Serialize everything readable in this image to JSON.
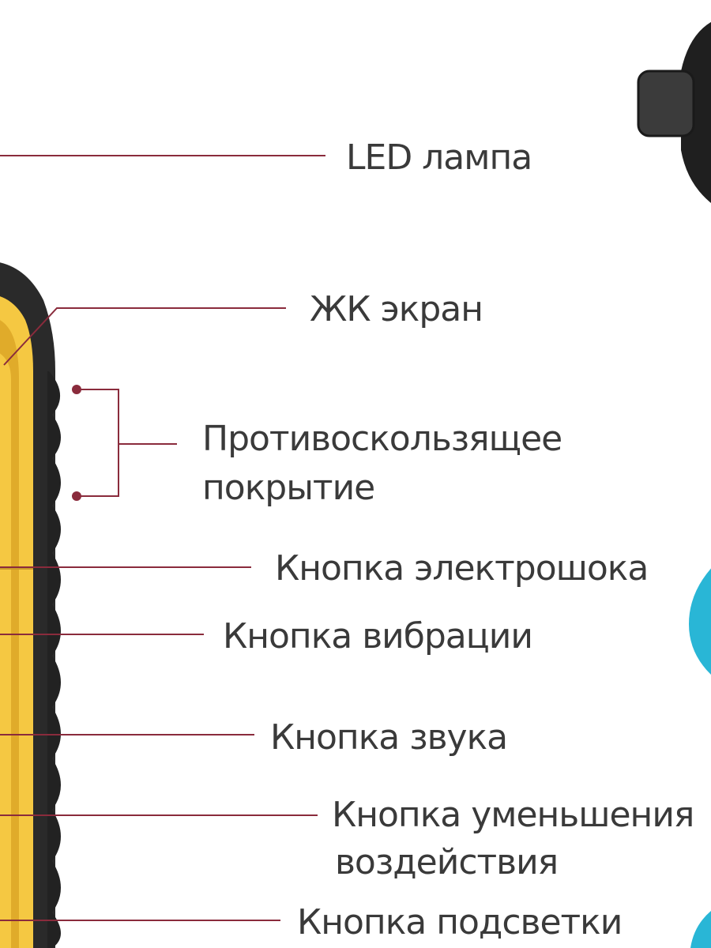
{
  "labels": {
    "led_lamp": "LED лампа",
    "lcd_screen": "ЖК экран",
    "anti_slip_line1": "Противоскользящее",
    "anti_slip_line2": "покрытие",
    "shock_button": "Кнопка электрошока",
    "vibration_button": "Кнопка вибрации",
    "sound_button": "Кнопка звука",
    "decrease_line1": "Кнопка уменьшения",
    "decrease_line2": "воздействия",
    "backlight_button": "Кнопка подсветки"
  },
  "colors": {
    "leader_line": "#8a2b3c",
    "label_text": "#3a3a3a",
    "device_body": "#2a2a2a",
    "device_yellow": "#f5c842",
    "collar_black": "#1f1f1f",
    "accent_cyan": "#29b6d6"
  }
}
